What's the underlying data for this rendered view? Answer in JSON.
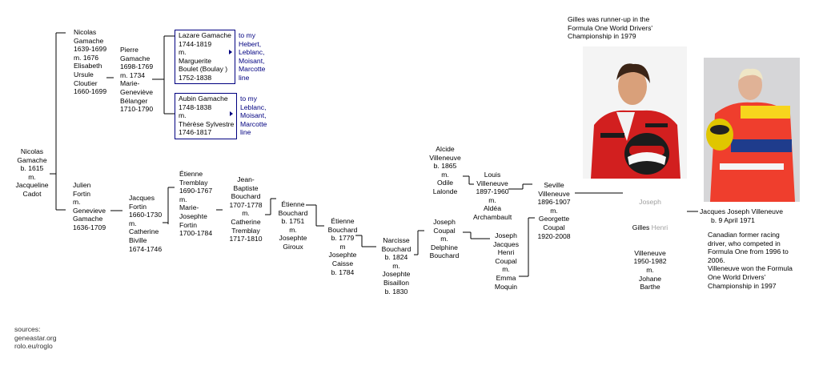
{
  "people": {
    "nicolas1615": "Nicolas\nGamache\nb. 1615\nm.\nJacqueline\nCadot",
    "nicolas1639": "Nicolas\nGamache\n1639-1699\nm. 1676\nElisabeth\nUrsule\nCloutier\n1660-1699",
    "julien": "Julien\nFortin\nm.\nGenevieve\nGamache\n1636-1709",
    "pierre": "Pierre\nGamache\n1698-1769\nm. 1734\nMarie-\nGeneviève\nBélanger\n1710-1790",
    "lazare": "Lazare Gamache\n1744-1819\nm.\nMarguerite\nBoulet (Boulay )\n1752-1838",
    "aubin": "Aubin Gamache\n1748-1838\nm.\nThérèse Sylvestre\n1746-1817",
    "jacques1660": "Jacques\nFortin\n1660-1730\nm.\nCatherine\nBiville\n1674-1746",
    "etienne1690": "Étienne\nTremblay\n1690-1767\nm.\nMarie-\nJosephte\nFortin\n1700-1784",
    "jeanbaptiste": "Jean-\nBaptiste\nBouchard\n1707-1778\nm.\nCatherine\nTremblay\n1717-1810",
    "etienne1751": "Étienne\nBouchard\nb. 1751\nm.\nJosephte\nGiroux",
    "etienne1779": "Étienne\nBouchard\nb. 1779\nm\nJosephte\nCaisse\nb. 1784",
    "narcisse": "Narcisse\nBouchard\nb. 1824\nm.\nJosephte\nBisaillon\nb. 1830",
    "alcide": "Alcide\nVilleneuve\nb. 1865\nm.\nOdile\nLalonde",
    "josephcoupal": "Joseph\nCoupal\nm.\nDelphine\nBouchard",
    "louis": "Louis\nVilleneuve\n1897-1960\nm.\nAldéa\nArchambault",
    "josephhenri": "Joseph\nJacques\nHenri\nCoupal\nm.\nEmma\nMoquin",
    "seville": "Seville\nVilleneuve\n1896-1907\nm.\nGeorgette\nCoupal\n1920-2008",
    "gilles_head": "Joseph\nGilles  Henri",
    "gilles_first": "Joseph",
    "gilles_name": "Gilles",
    "gilles_last": "Henri",
    "gilles_rest": "Villeneuve\n1950-1982\nm.\nJohane\nBarthe",
    "jacques_name": "Jacques Joseph Villeneuve",
    "jacques_born": "b. 9 April 1971"
  },
  "links": {
    "lazare": "to my\nHebert,\nLeblanc,\nMoisant,\nMarcotte\nline",
    "aubin": "to my\nLeblanc,\nMoisant,\nMarcotte\nline"
  },
  "captions": {
    "gilles": "Gilles was runner-up in the\nFormula One World Drivers'\nChampionship in 1979",
    "jacques": "Canadian former racing\ndriver, who competed in\nFormula One from 1996 to\n2006.\nVilleneuve won the Formula\nOne World Drivers'\nChampionship in 1997"
  },
  "sources": "sources:\ngeneastar.org\nrolo.eu/roglo",
  "icons": {
    "link_arrow": "right-triangle-arrow-icon"
  },
  "colors": {
    "link": "#000080",
    "muted_name": "#a0a0a0"
  }
}
